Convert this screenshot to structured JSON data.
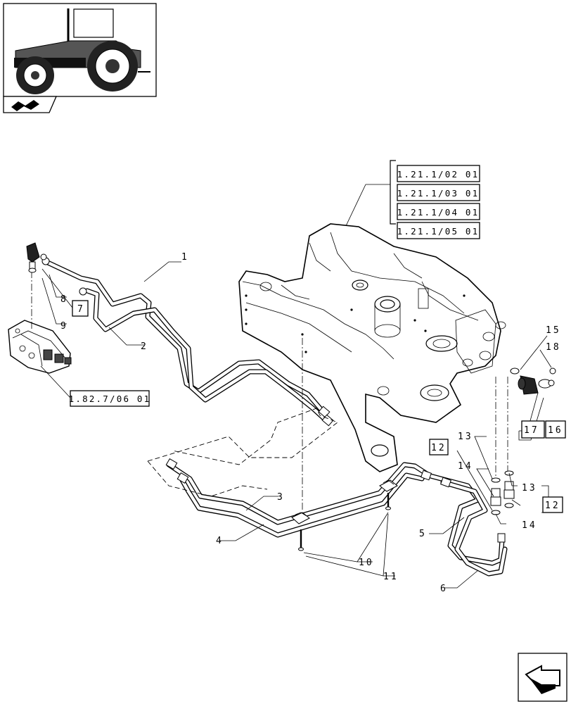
{
  "callouts": {
    "c1": "1",
    "c2": "2",
    "c3": "3",
    "c4": "4",
    "c5": "5",
    "c6": "6",
    "c7": "7",
    "c8": "8",
    "c9": "9",
    "c10": "10",
    "c11": "11",
    "c12a": "12",
    "c12b": "12",
    "c13a": "13",
    "c13b": "13",
    "c14a": "14",
    "c14b": "14",
    "c15": "15",
    "c16": "16",
    "c17": "17",
    "c18": "18"
  },
  "references": {
    "ref1": "1.21.1/02 01",
    "ref2": "1.21.1/03 01",
    "ref3": "1.21.1/04 01",
    "ref4": "1.21.1/05 01",
    "ref_valve": "1.82.7/06 01"
  },
  "icons": {
    "tractor": "tractor-thumbnail-icon",
    "book": "open-book-icon",
    "next": "next-page-arrow-icon"
  },
  "colors": {
    "line": "#000000",
    "background": "#ffffff"
  }
}
